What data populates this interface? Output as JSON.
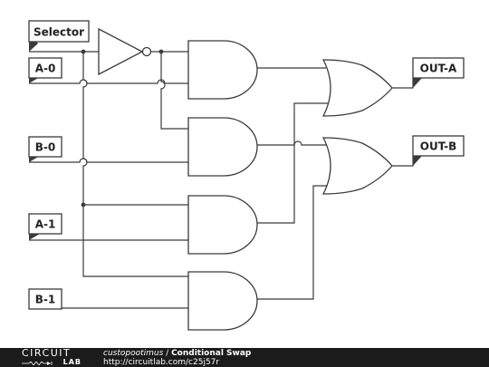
{
  "labels": {
    "selector": "Selector",
    "a0": "A-0",
    "b0": "B-0",
    "a1": "A-1",
    "b1": "B-1",
    "out_a": "OUT-A",
    "out_b": "OUT-B"
  },
  "footer": {
    "brand_top": "CIRCUIT",
    "brand_bottom": "LAB",
    "username": "custopootimus",
    "separator": " / ",
    "title": "Conditional Swap",
    "url": "http://circuitlab.com/c25j57r"
  },
  "colors": {
    "wire": "#3b3b3b",
    "gate_fill": "#ffffff",
    "footer_bg": "#1b1b1b"
  }
}
